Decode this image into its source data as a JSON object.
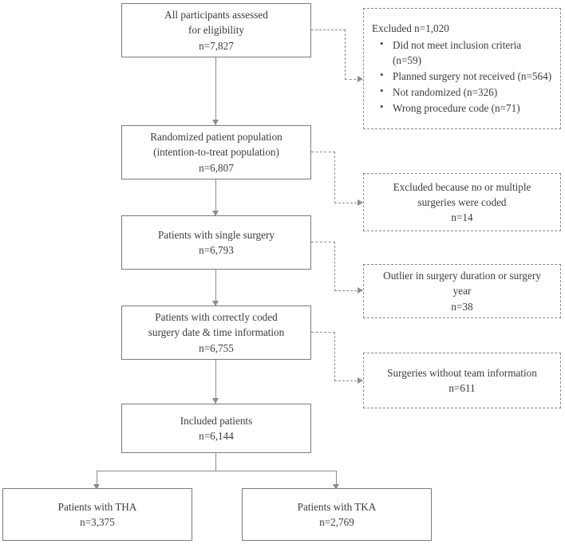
{
  "diagram": {
    "type": "flowchart",
    "title": "CONSORT-style patient selection flow diagram",
    "colors": {
      "box_border": "#7b7b7b",
      "dashed_border": "#8a8a8a",
      "connector": "#8d8d8d",
      "text": "#3c3c3c",
      "background": "#ffffff"
    },
    "main_nodes": [
      {
        "id": "assessed",
        "line1": "All participants assessed",
        "line2": "for eligibility",
        "count": "n=7,827"
      },
      {
        "id": "randomized",
        "line1": "Randomized patient population",
        "line2": "(intention-to-treat population)",
        "count": "n=6,807"
      },
      {
        "id": "single-surgery",
        "line1": "Patients with single surgery",
        "line2": "",
        "count": "n=6,793"
      },
      {
        "id": "correctly-coded",
        "line1": "Patients with correctly coded",
        "line2": "surgery date & time information",
        "count": "n=6,755"
      },
      {
        "id": "included",
        "line1": "Included patients",
        "line2": "",
        "count": "n=6,144"
      }
    ],
    "leaf_nodes": [
      {
        "id": "tha",
        "line1": "Patients with THA",
        "count": "n=3,375"
      },
      {
        "id": "tka",
        "line1": "Patients with TKA",
        "count": "n=2,769"
      }
    ],
    "exclusion_nodes": [
      {
        "id": "excluded-eligibility",
        "heading": "Excluded n=1,020",
        "bullets": [
          "Did not meet inclusion criteria (n=59)",
          "Planned surgery not received (n=564)",
          "Not randomized (n=326)",
          "Wrong procedure code (n=71)"
        ]
      },
      {
        "id": "excluded-multiple-surgeries",
        "line1": "Excluded because no or multiple",
        "line2": "surgeries were coded",
        "count": "n=14"
      },
      {
        "id": "excluded-outlier",
        "line1": "Outlier in surgery duration or surgery",
        "line2": "year",
        "count": "n=38"
      },
      {
        "id": "excluded-no-team",
        "line1": "Surgeries without team information",
        "line2": "",
        "count": "n=611"
      }
    ]
  }
}
